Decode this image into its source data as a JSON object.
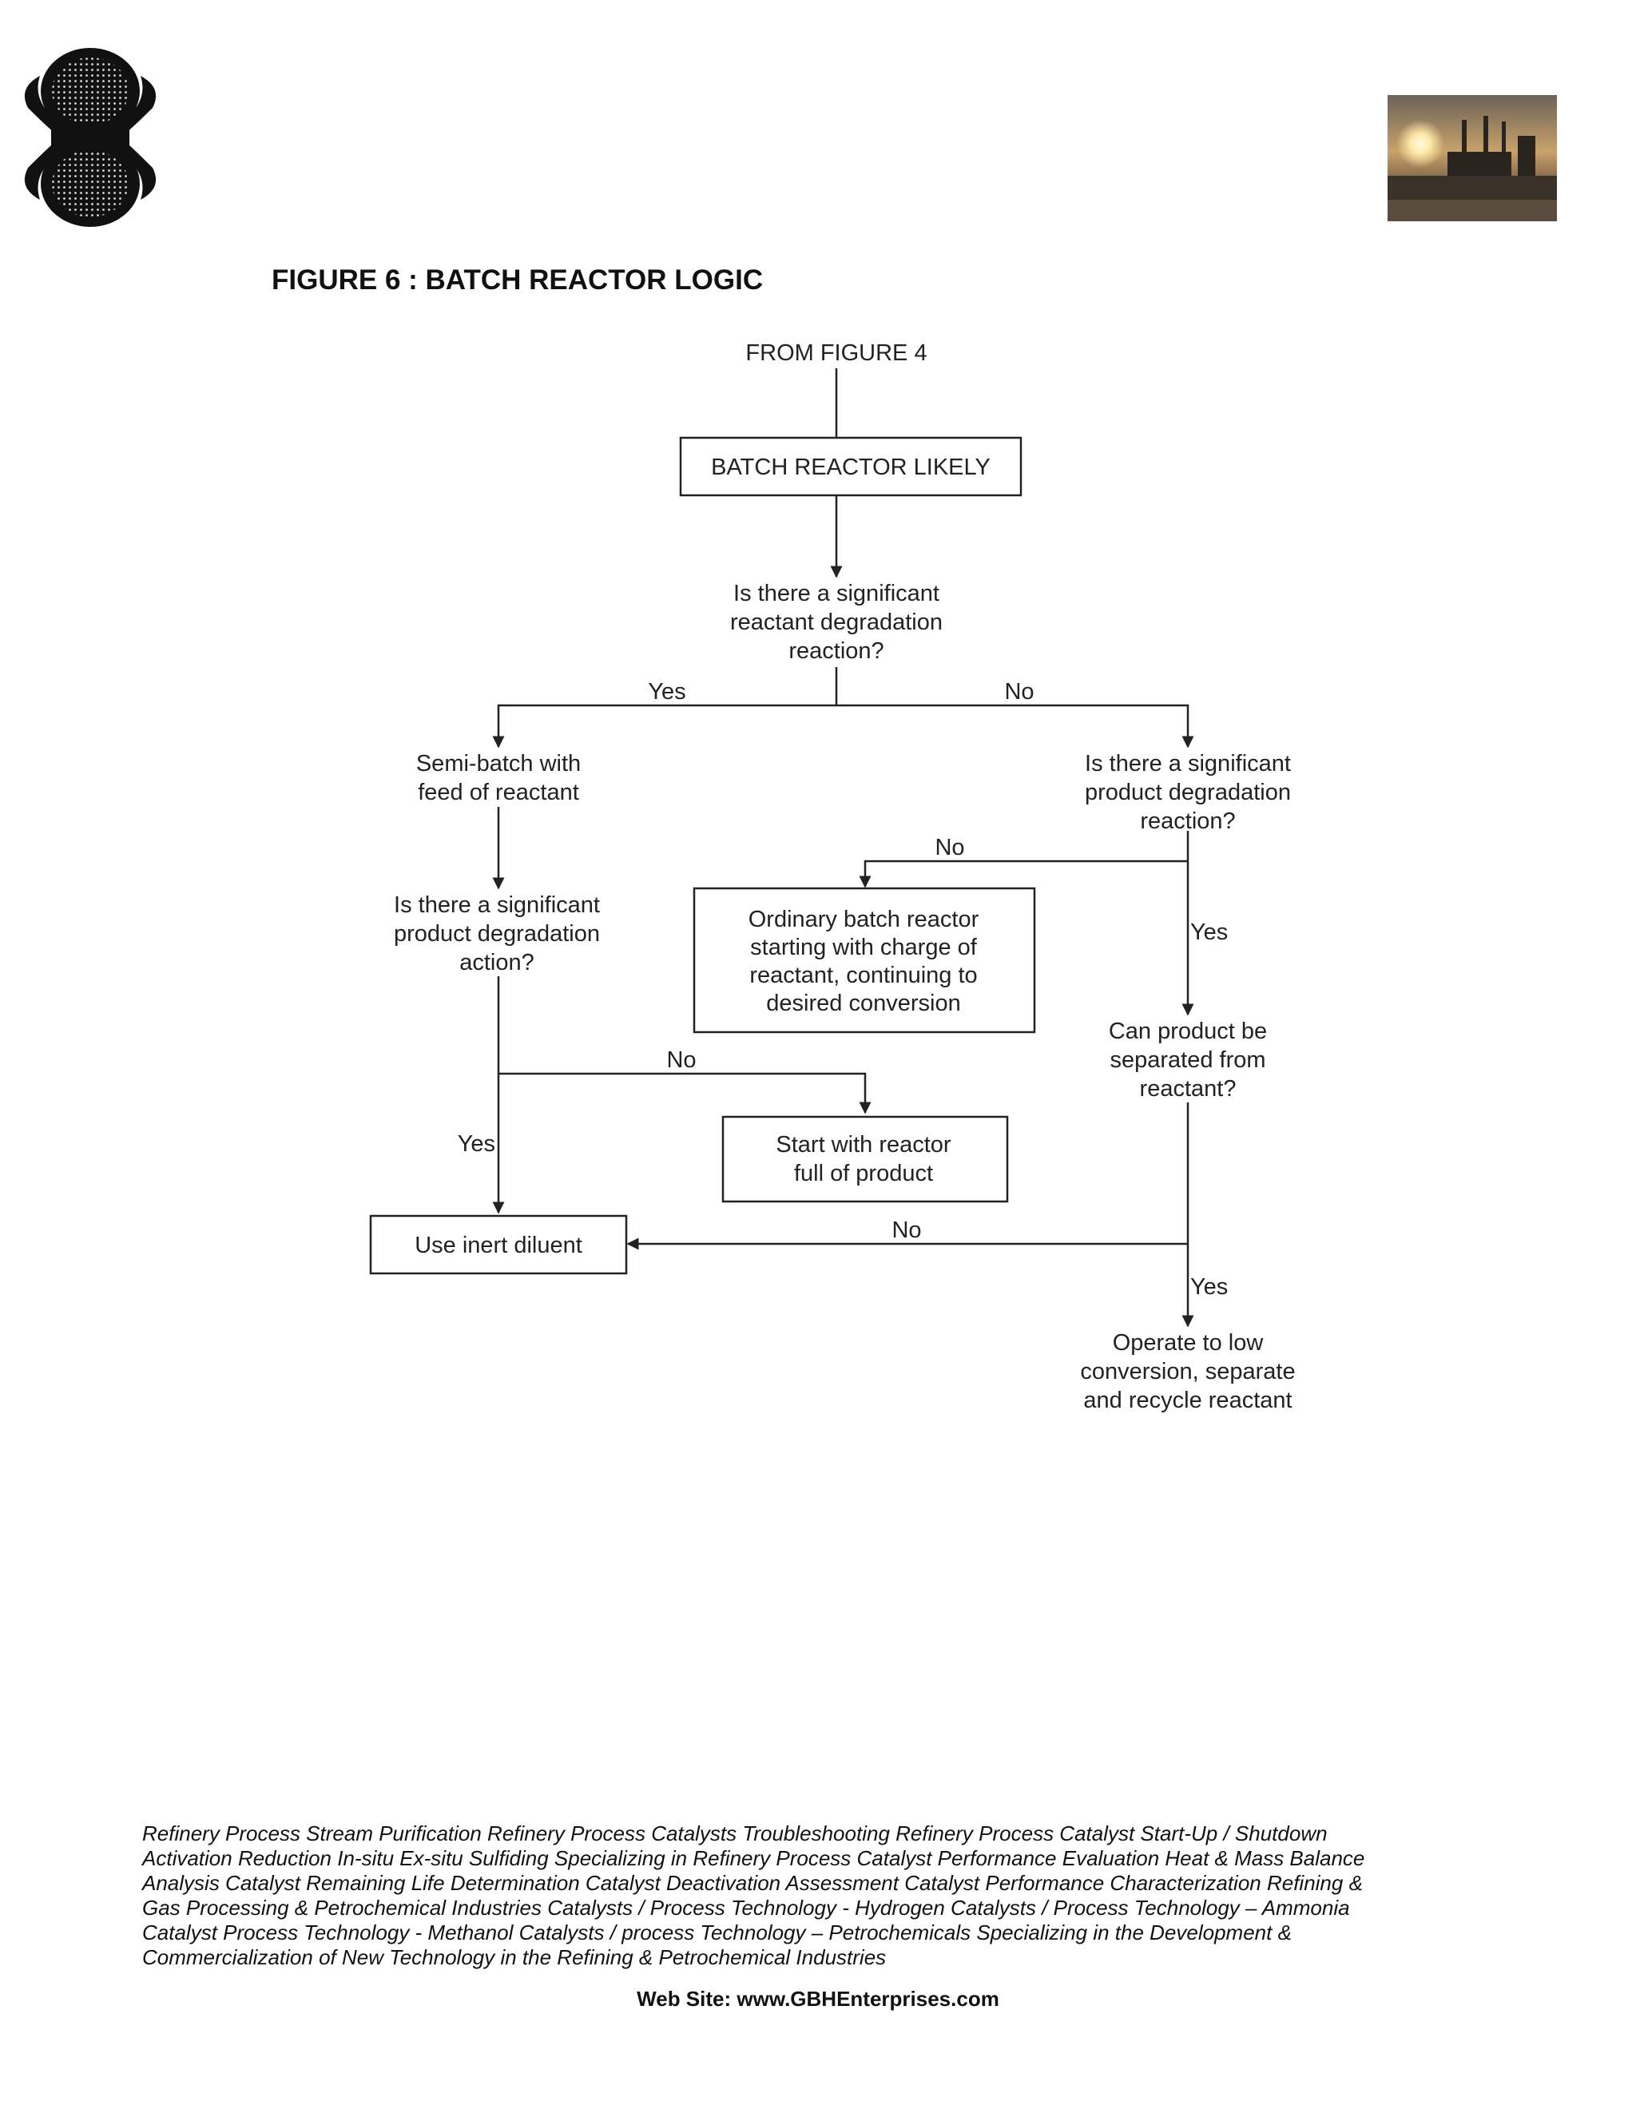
{
  "figure": {
    "title": "FIGURE 6 : BATCH REACTOR LOGIC"
  },
  "nodes": {
    "from_figure": [
      "FROM FIGURE 4"
    ],
    "batch_likely": [
      "BATCH REACTOR LIKELY"
    ],
    "q_reactant_degradation": [
      "Is there a significant",
      "reactant degradation",
      "reaction?"
    ],
    "semi_batch": [
      "Semi-batch with",
      "feed of reactant"
    ],
    "q_product_degradation_right": [
      "Is there a significant",
      "product degradation",
      "reaction?"
    ],
    "q_product_degradation_left": [
      "Is there a significant",
      "product degradation",
      "action?"
    ],
    "ordinary_batch": [
      "Ordinary batch reactor",
      "starting with charge of",
      "reactant, continuing to",
      "desired conversion"
    ],
    "q_separate": [
      "Can product be",
      "separated from",
      "reactant?"
    ],
    "start_full": [
      "Start with reactor",
      "full of product"
    ],
    "inert_diluent": [
      "Use inert diluent"
    ],
    "operate_low": [
      "Operate to low",
      "conversion, separate",
      "and recycle reactant"
    ]
  },
  "edges": {
    "reactant_yes": "Yes",
    "reactant_no": "No",
    "product_right_no": "No",
    "product_right_yes": "Yes",
    "product_left_no": "No",
    "product_left_yes": "Yes",
    "separate_no": "No",
    "separate_yes": "Yes"
  },
  "footer": {
    "text": "Refinery Process Stream Purification Refinery Process Catalysts Troubleshooting Refinery Process Catalyst Start-Up / Shutdown  Activation   Reduction  In-situ  Ex-situ Sulfiding Specializing in Refinery Process Catalyst Performance Evaluation Heat & Mass  Balance Analysis  Catalyst Remaining Life Determination  Catalyst Deactivation Assessment  Catalyst Performance Characterization  Refining  & Gas Processing &  Petrochemical Industries  Catalysts / Process Technology - Hydrogen  Catalysts / Process Technology – Ammonia  Catalyst Process Technology - Methanol  Catalysts / process Technology – Petrochemicals Specializing in the Development  & Commercialization of New Technology in the Refining &   Petrochemical Industries",
    "website": "Web Site: www.GBHEnterprises.com"
  },
  "icons": {
    "logo": "gbh-logo-icon",
    "photo": "refinery-sunset-photo"
  },
  "colors": {
    "line": "#222222",
    "text": "#222222"
  }
}
